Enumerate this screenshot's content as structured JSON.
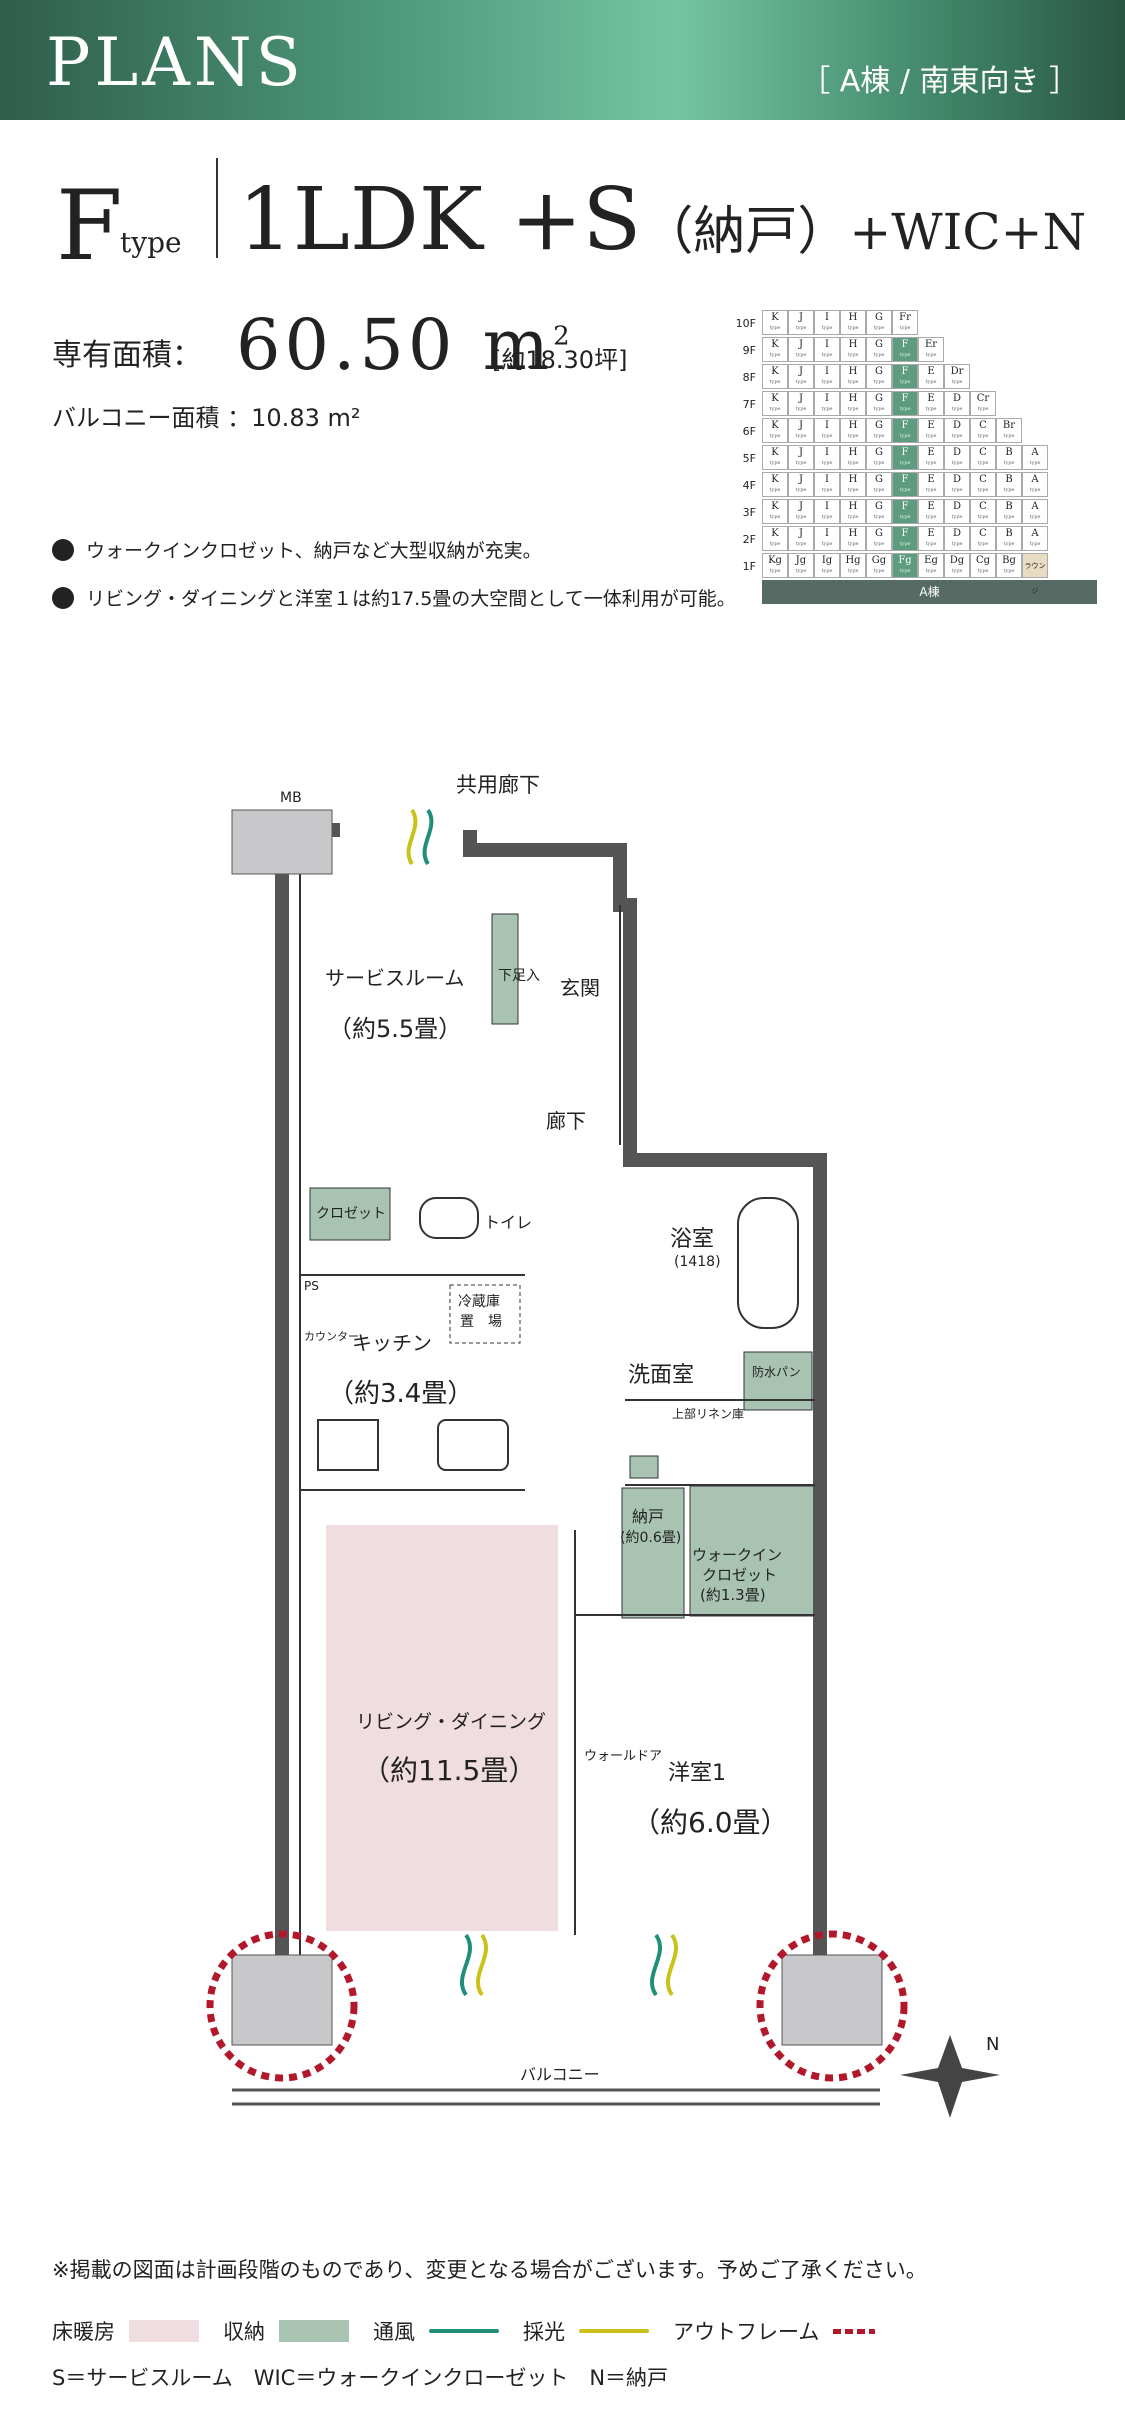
{
  "header": {
    "title": "PLANS",
    "building": "［ A棟 / 南東向き ］"
  },
  "plan": {
    "type_letter": "F",
    "type_word": "type",
    "layout": "1LDK +S",
    "nando": "（納戸）",
    "extra": "+WIC+N"
  },
  "area": {
    "label": "専有面積：",
    "value": "60.50",
    "unit": "m",
    "unit_sup": "2",
    "tsubo": "[約18.30坪]",
    "balcony": "バルコニー面積 ：10.83 m²"
  },
  "features": [
    "ウォークインクロゼット、納戸など大型収納が充実。",
    "リビング・ダイニングと洋室１は約17.5畳の大空間として一体利用が可能。"
  ],
  "floor_grid": {
    "cell_sub": "type",
    "building_label": "A棟",
    "rows": [
      {
        "floor": "10F",
        "cells": [
          "K",
          "J",
          "I",
          "H",
          "G",
          "Fr"
        ]
      },
      {
        "floor": "9F",
        "cells": [
          "K",
          "J",
          "I",
          "H",
          "G",
          "F",
          "Er"
        ]
      },
      {
        "floor": "8F",
        "cells": [
          "K",
          "J",
          "I",
          "H",
          "G",
          "F",
          "E",
          "Dr"
        ]
      },
      {
        "floor": "7F",
        "cells": [
          "K",
          "J",
          "I",
          "H",
          "G",
          "F",
          "E",
          "D",
          "Cr"
        ]
      },
      {
        "floor": "6F",
        "cells": [
          "K",
          "J",
          "I",
          "H",
          "G",
          "F",
          "E",
          "D",
          "C",
          "Br"
        ]
      },
      {
        "floor": "5F",
        "cells": [
          "K",
          "J",
          "I",
          "H",
          "G",
          "F",
          "E",
          "D",
          "C",
          "B",
          "A"
        ]
      },
      {
        "floor": "4F",
        "cells": [
          "K",
          "J",
          "I",
          "H",
          "G",
          "F",
          "E",
          "D",
          "C",
          "B",
          "A"
        ]
      },
      {
        "floor": "3F",
        "cells": [
          "K",
          "J",
          "I",
          "H",
          "G",
          "F",
          "E",
          "D",
          "C",
          "B",
          "A"
        ]
      },
      {
        "floor": "2F",
        "cells": [
          "K",
          "J",
          "I",
          "H",
          "G",
          "F",
          "E",
          "D",
          "C",
          "B",
          "A"
        ]
      },
      {
        "floor": "1F",
        "cells": [
          "Kg",
          "Jg",
          "Ig",
          "Hg",
          "Gg",
          "Fg",
          "Eg",
          "Dg",
          "Cg",
          "Bg",
          "ラウンジ"
        ]
      }
    ]
  },
  "floorplan": {
    "corridor": "共用廊下",
    "mb": "MB",
    "service_room": "サービスルーム",
    "service_room_size": "（約5.5畳）",
    "shoe": "下足入",
    "entrance": "玄関",
    "hallway": "廊下",
    "closet": "クロゼット",
    "toilet": "トイレ",
    "ps": "PS",
    "fridge": "冷蔵庫",
    "fridge2": "置　場",
    "kitchen": "キッチン",
    "kitchen_size": "（約3.4畳）",
    "counter": "カウンター",
    "bath": "浴室",
    "bath_size": "(1418)",
    "washroom": "洗面室",
    "washpan": "防水パン",
    "linen": "上部リネン庫",
    "nando": "納戸",
    "nando_size": "(約0.6畳)",
    "wic1": "ウォークイン",
    "wic2": "クロゼット",
    "wic_size": "(約1.3畳)",
    "living": "リビング・ダイニング",
    "living_size": "（約11.5畳）",
    "wall_door": "ウォールドア",
    "western": "洋室1",
    "western_size": "（約6.0畳）",
    "balcony": "バルコニー",
    "north": "N"
  },
  "note": "※掲載の図面は計画段階のものであり、変更となる場合がございます。予めご了承ください。",
  "legend": {
    "floor_heating": "床暖房",
    "storage": "収納",
    "ventilation": "通風",
    "daylight": "採光",
    "outframe": "アウトフレーム"
  },
  "abbreviations": "S＝サービスルーム　WIC＝ウォークインクローゼット　N＝納戸",
  "colors": {
    "floor_heating": "#f0dde0",
    "storage": "#a9c3b3",
    "ventilation": "#1f8f7c",
    "daylight": "#c9c21a",
    "outframe": "#b2182b",
    "highlight": "#5d9c7f"
  }
}
